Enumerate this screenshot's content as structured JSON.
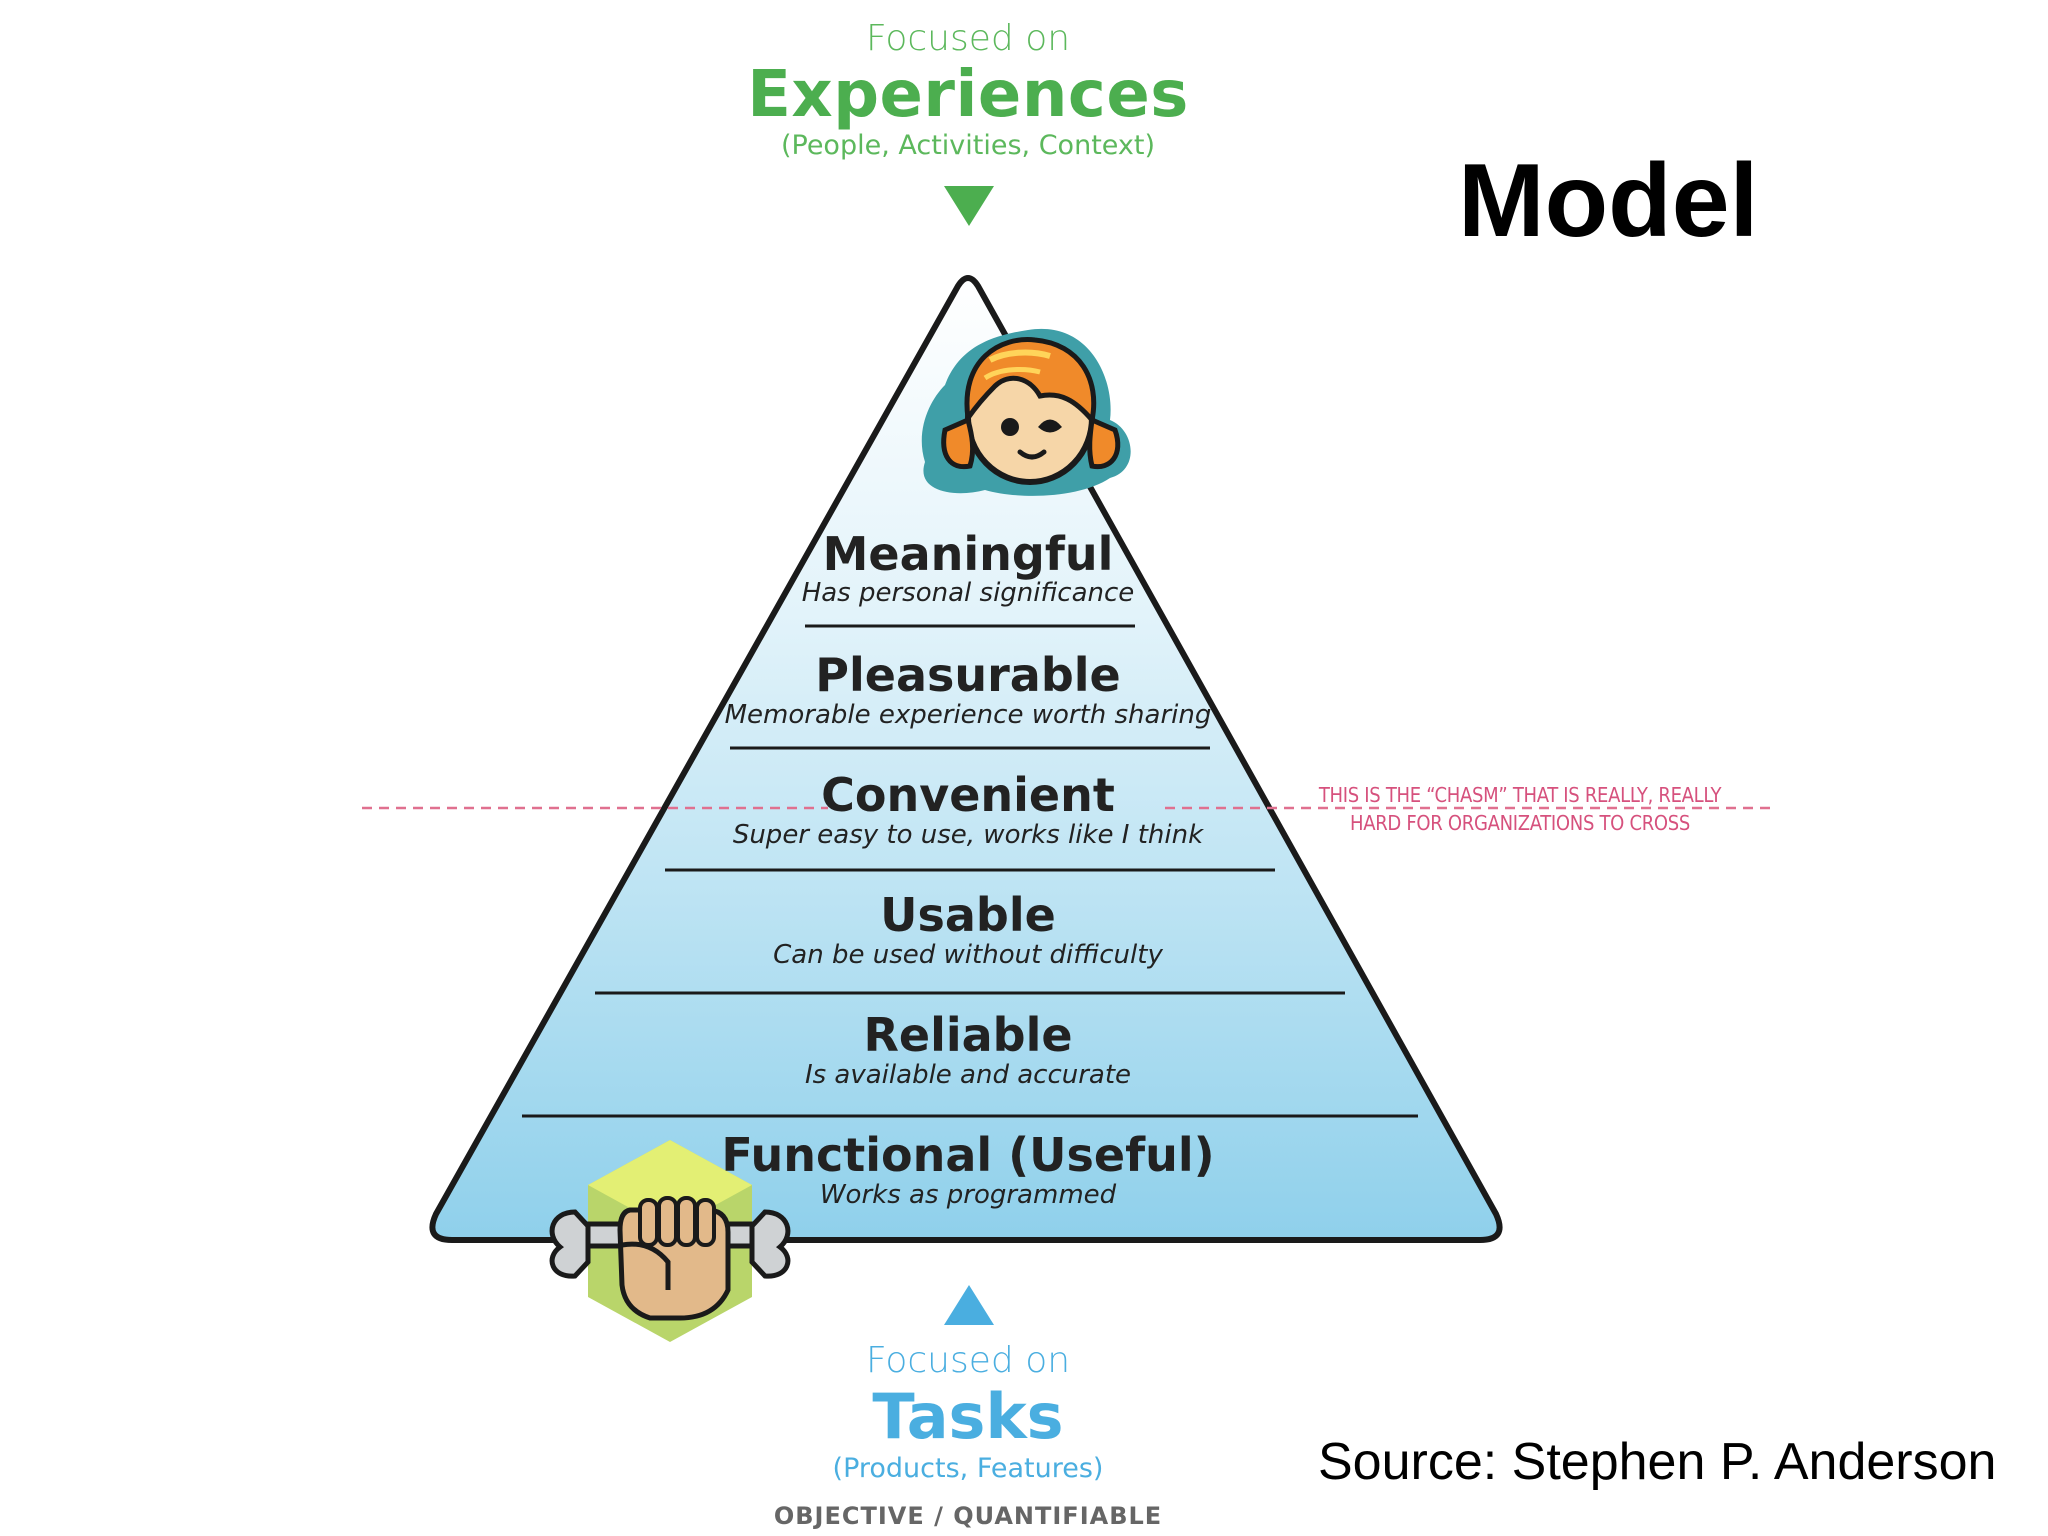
{
  "header": {
    "focused_prefix": "Focused on",
    "title": "Experiences",
    "subtitle": "(People, Activities, Context)"
  },
  "slide_title": "Model",
  "pyramid": {
    "levels": [
      {
        "name": "Meaningful",
        "description": "Has personal significance"
      },
      {
        "name": "Pleasurable",
        "description": "Memorable experience worth sharing"
      },
      {
        "name": "Convenient",
        "description": "Super easy to use, works like I think"
      },
      {
        "name": "Usable",
        "description": "Can be used without difficulty"
      },
      {
        "name": "Reliable",
        "description": "Is available and accurate"
      },
      {
        "name": "Functional (Useful)",
        "description": "Works as programmed"
      }
    ]
  },
  "chasm_note": {
    "line1": "THIS IS THE “CHASM” THAT IS REALLY, REALLY",
    "line2": "HARD FOR ORGANIZATIONS TO CROSS"
  },
  "footer": {
    "focused_prefix": "Focused on",
    "title": "Tasks",
    "subtitle": "(Products, Features)",
    "caption": "OBJECTIVE / QUANTIFIABLE"
  },
  "source": "Source: Stephen P. Anderson",
  "colors": {
    "experience_green": "#4cae4f",
    "task_blue": "#4aaee0",
    "chasm_pink": "#d6517d",
    "pyramid_top": "#ffffff",
    "pyramid_bottom": "#8fd0eb"
  },
  "icons": [
    "girl-face-icon",
    "fist-wrench-icon",
    "down-arrow-icon",
    "up-arrow-icon"
  ]
}
